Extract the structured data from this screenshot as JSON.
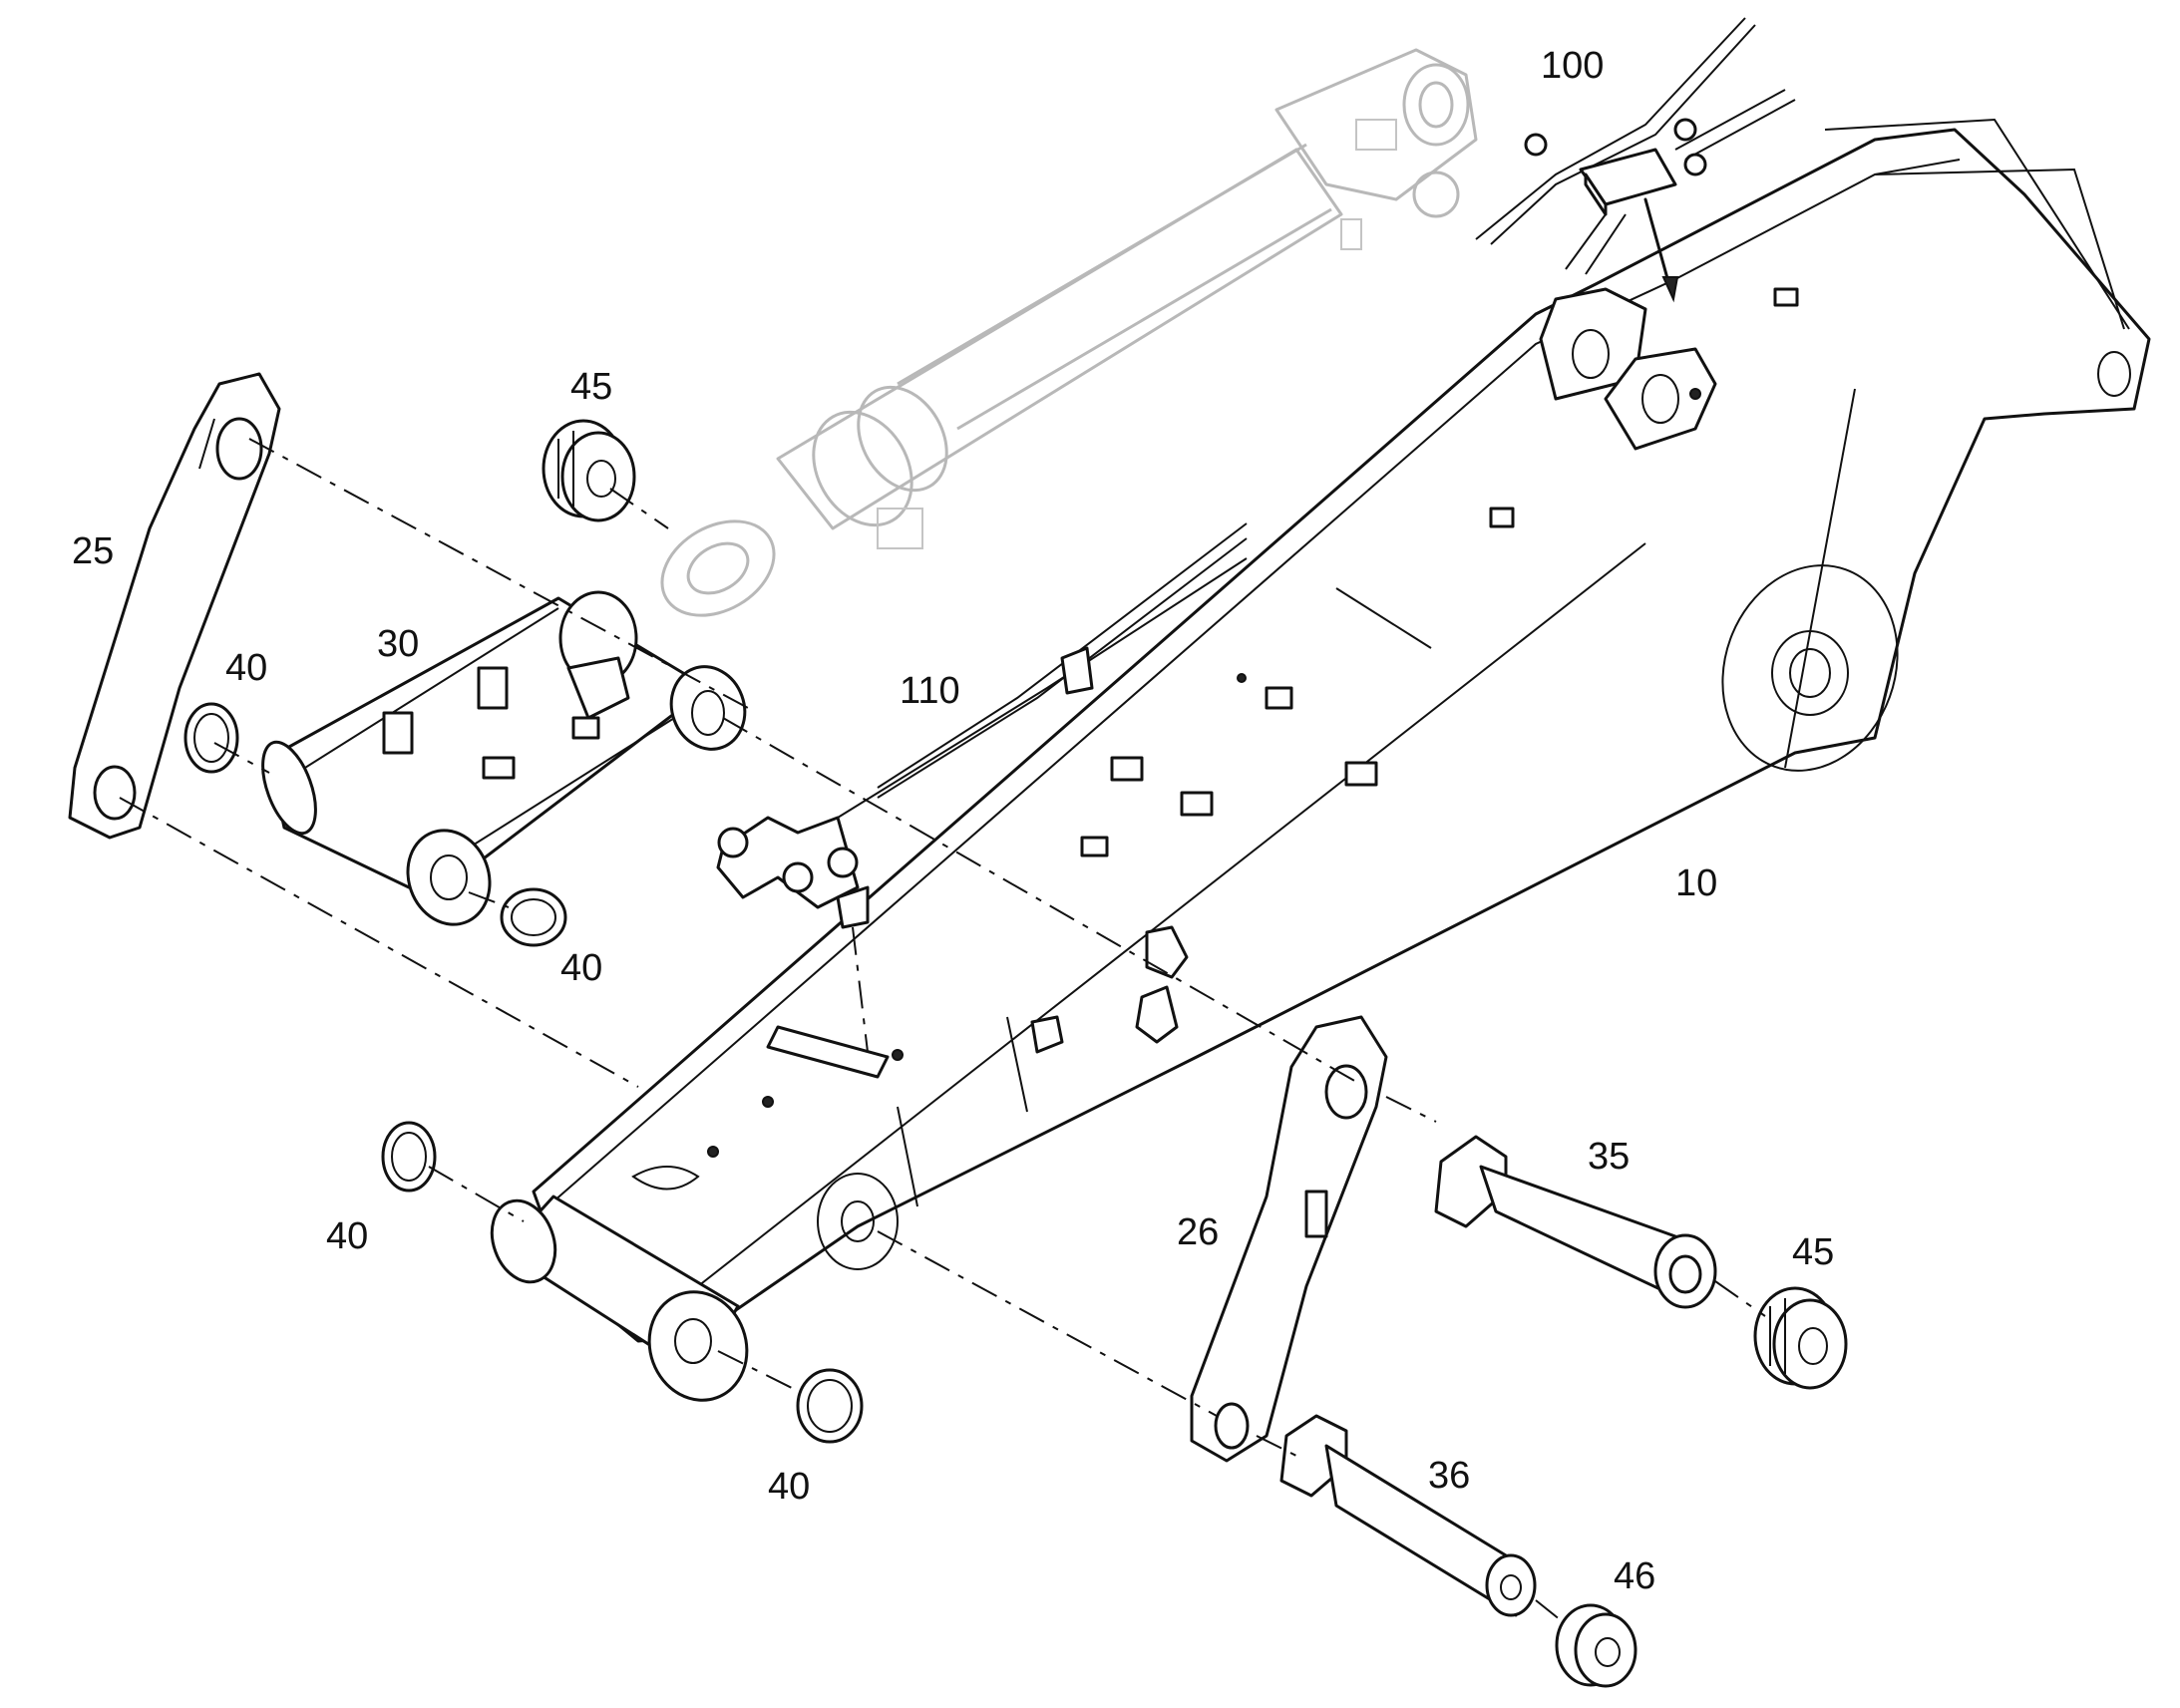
{
  "callouts": [
    {
      "id": "c100",
      "text": "100"
    },
    {
      "id": "c45a",
      "text": "45"
    },
    {
      "id": "c25",
      "text": "25"
    },
    {
      "id": "c30",
      "text": "30"
    },
    {
      "id": "c40a",
      "text": "40"
    },
    {
      "id": "c110",
      "text": "110"
    },
    {
      "id": "c40b",
      "text": "40"
    },
    {
      "id": "c10",
      "text": "10"
    },
    {
      "id": "c35",
      "text": "35"
    },
    {
      "id": "c40c",
      "text": "40"
    },
    {
      "id": "c26",
      "text": "26"
    },
    {
      "id": "c45b",
      "text": "45"
    },
    {
      "id": "c40d",
      "text": "40"
    },
    {
      "id": "c36",
      "text": "36"
    },
    {
      "id": "c46",
      "text": "46"
    }
  ]
}
